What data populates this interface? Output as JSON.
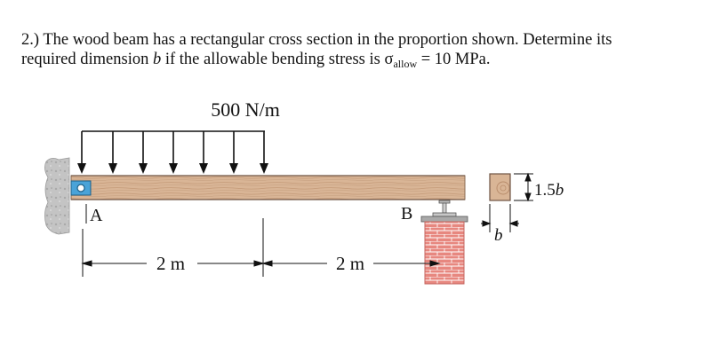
{
  "problem": {
    "number": "2.)",
    "line1": "The wood beam has a rectangular cross section in the proportion shown. Determine its",
    "line2_a": "required dimension ",
    "line2_var": "b",
    "line2_b": " if the allowable bending stress is ",
    "sigma": "σ",
    "sigma_sub": "allow",
    "line2_c": " = 10 MPa."
  },
  "figure": {
    "load_label": "500 N/m",
    "support_a": "A",
    "support_b": "B",
    "span1": "2 m",
    "span2": "2 m",
    "height_label": "1.5b",
    "width_label": "b"
  },
  "colors": {
    "wood": "#d9b596",
    "wood_grain": "#b98d6c",
    "brick": "#e7877f",
    "wall": "#bfbfbf",
    "pin": "#4aa3d8"
  }
}
